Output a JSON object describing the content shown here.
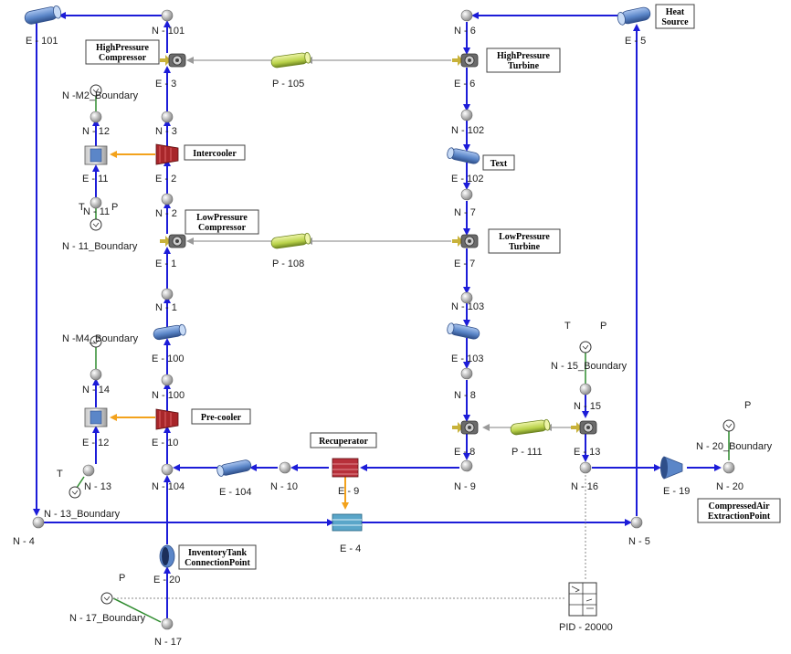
{
  "colors": {
    "flow_line": "#1c1cd8",
    "shaft_line": "#9a9a9a",
    "heat_line": "#f3a21c",
    "boundary_line": "#2e8b2e",
    "control_line": "#8a8a8a",
    "node_fill": "#dcdcdc",
    "pipe_blue": "#5b86c8",
    "shaft_green": "#b9d24a",
    "cooler_red": "#a8262a"
  },
  "nodes": {
    "n101": "N - 101",
    "n6": "N - 6",
    "n12": "N - 12",
    "n3": "N - 3",
    "n102": "N - 102",
    "n11": "N - 11",
    "n2": "N - 2",
    "n7": "N - 7",
    "n1": "N - 1",
    "n103": "N - 103",
    "n14": "N - 14",
    "n100": "N - 100",
    "n8": "N - 8",
    "n15": "N - 15",
    "n13": "N - 13",
    "n104": "N - 104",
    "n10": "N - 10",
    "n9": "N - 9",
    "n16": "N - 16",
    "n20": "N - 20",
    "n4": "N - 4",
    "n5": "N - 5",
    "n17": "N - 17"
  },
  "elements": {
    "e101": "E - 101",
    "e5": "E - 5",
    "e3": "E - 3",
    "e6": "E - 6",
    "e11": "E - 11",
    "e2": "E - 2",
    "e102": "E - 102",
    "e1": "E - 1",
    "e7": "E - 7",
    "e100": "E - 100",
    "e103": "E - 103",
    "e12": "E - 12",
    "e10": "E - 10",
    "e8": "E - 8",
    "e13": "E - 13",
    "e104": "E - 104",
    "e9": "E - 9",
    "e19": "E - 19",
    "e4": "E - 4",
    "e20": "E - 20"
  },
  "shafts": {
    "p105": "P - 105",
    "p108": "P - 108",
    "p111": "P - 111"
  },
  "boundaries": {
    "m2": "N -M2_Boundary",
    "b11": "N - 11_Boundary",
    "m4": "N -M4_Boundary",
    "b13": "N - 13_Boundary",
    "b15": "N - 15_Boundary",
    "b20": "N - 20_Boundary",
    "b17": "N - 17_Boundary"
  },
  "controller": "PID - 20000",
  "tags": {
    "hpc": [
      "HighPressure",
      "Compressor"
    ],
    "hpt": [
      "HighPressure",
      "Turbine"
    ],
    "intercooler": [
      "Intercooler"
    ],
    "text": [
      "Text"
    ],
    "lpc": [
      "LowPressure",
      "Compressor"
    ],
    "lpt": [
      "LowPressure",
      "Turbine"
    ],
    "heat": [
      "Heat",
      "Source"
    ],
    "precooler": [
      "Pre-cooler"
    ],
    "recuperator": [
      "Recuperator"
    ],
    "compressed": [
      "CompressedAir",
      "ExtractionPoint"
    ],
    "inventory": [
      "InventoryTank",
      "ConnectionPoint"
    ]
  },
  "pq_marks": {
    "t11": "T",
    "p11": "P",
    "t13": "T",
    "t15": "T",
    "p15": "P",
    "p20": "P",
    "p17": "P"
  }
}
